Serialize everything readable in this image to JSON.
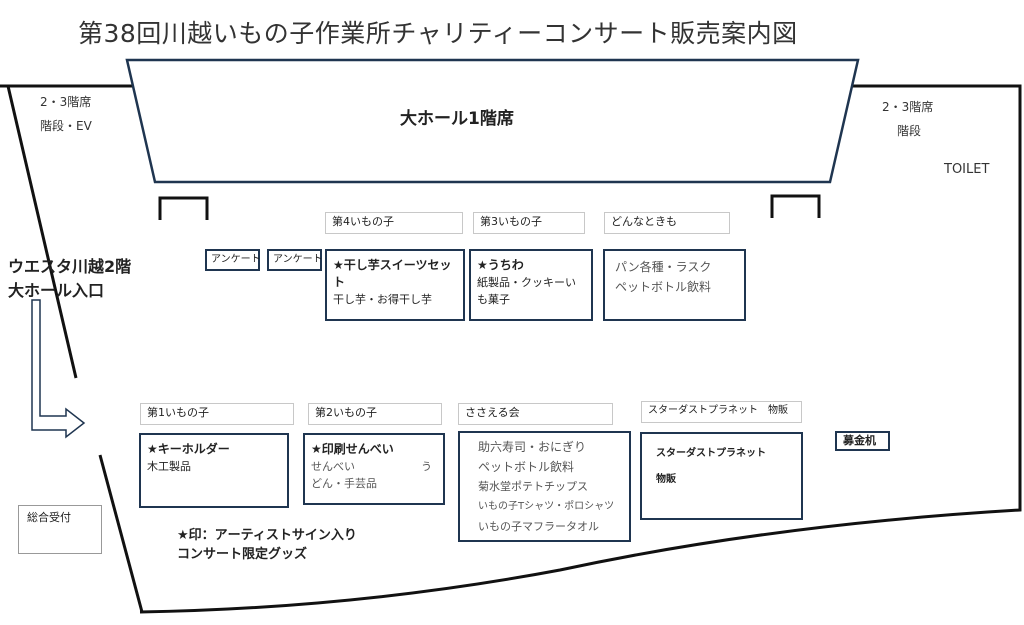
{
  "title": "第38回川越いもの子作業所チャリティーコンサート販売案内図",
  "hall_seats": "大ホール1階席",
  "stairs_left": {
    "line1": "2・3階席",
    "line2": "階段・EV"
  },
  "stairs_right": {
    "line1": "2・3階席",
    "line2": "階段"
  },
  "toilet": "TOILET",
  "entrance": {
    "line1": "ウエスタ川越2階",
    "line2": "大ホール入口"
  },
  "survey": [
    "アンケート",
    "アンケート"
  ],
  "reception": "総合受付",
  "donation": "募金机",
  "legend": {
    "line1": "★印：アーティストサイン入り",
    "line2": "コンサート限定グッズ"
  },
  "booths_top": [
    {
      "label": "第4いもの子",
      "star": "★干し芋スイーツセット",
      "items": [
        "干し芋・お得干し芋"
      ]
    },
    {
      "label": "第3いもの子",
      "star": "★うちわ",
      "items": [
        "紙製品・クッキーい",
        "も菓子"
      ]
    },
    {
      "label": "どんなときも",
      "star": "",
      "items": [
        "パン各種・ラスク",
        "ペットボトル飲料"
      ]
    }
  ],
  "booths_bottom": [
    {
      "label": "第1いもの子",
      "star": "★キーホルダー",
      "items": [
        "木工製品"
      ]
    },
    {
      "label": "第2いもの子",
      "star": "★印刷せんべい",
      "items": [
        "せんべい　　　　　　う",
        "どん・手芸品"
      ]
    },
    {
      "label": "ささえる会",
      "star": "",
      "items": [
        "助六寿司・おにぎり",
        "ペットボトル飲料",
        "菊水堂ポテトチップス",
        "いもの子Tシャツ・ポロシャツ",
        "いもの子マフラータオル"
      ]
    },
    {
      "label": "スターダストプラネット　物販",
      "star": "",
      "items": [
        "スターダストプラネット",
        "物販"
      ]
    }
  ]
}
